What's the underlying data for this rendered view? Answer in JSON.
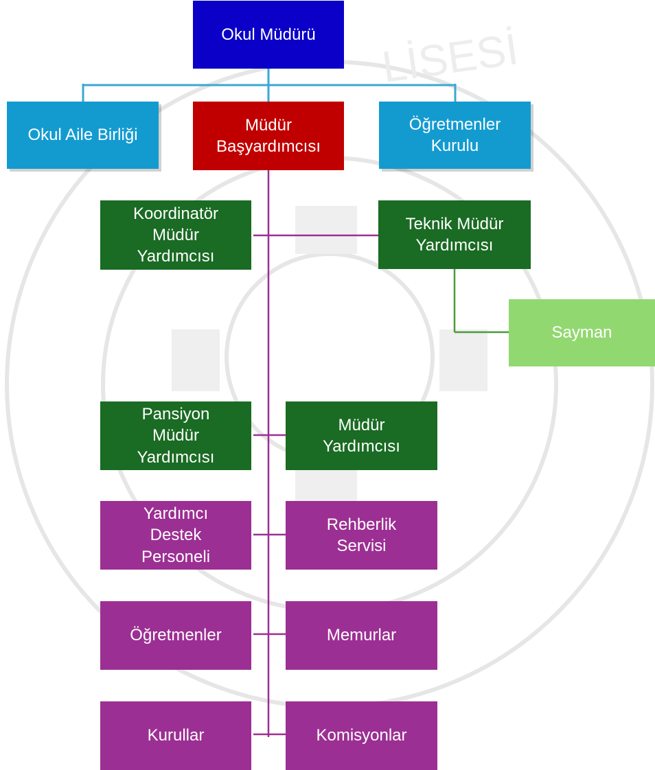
{
  "colors": {
    "director": "#0a00c8",
    "lead_deputy": "#c00000",
    "top_level": "#139bd0",
    "deputy": "#1a6b23",
    "treasurer": "#92d870",
    "staff": "#9c2f93",
    "connector_blue": "#3aa7d6",
    "connector_purple": "#9c2f93",
    "connector_green": "#4b9a3b"
  },
  "watermark_text": "LİSESİ",
  "boxes": {
    "okul_muduru": "Okul Müdürü",
    "okul_aile_birligi": "Okul Aile Birliği",
    "mudur_basyardimcisi": "Müdür\nBaşyardımcısı",
    "ogretmenler_kurulu": "Öğretmenler\nKurulu",
    "koordinator_mudur_yardimcisi": "Koordinatör\nMüdür\nYardımcısı",
    "teknik_mudur_yardimcisi": "Teknik Müdür\nYardımcısı",
    "sayman": "Sayman",
    "pansiyon_mudur_yardimcisi": "Pansiyon\nMüdür\nYardımcısı",
    "mudur_yardimcisi": "Müdür\nYardımcısı",
    "yardimci_destek_personeli": "Yardımcı\nDestek\nPersoneli",
    "rehberlik_servisi": "Rehberlik\nServisi",
    "ogretmenler": "Öğretmenler",
    "memurlar": "Memurlar",
    "kurullar": "Kurullar",
    "komisyonlar": "Komisyonlar"
  }
}
